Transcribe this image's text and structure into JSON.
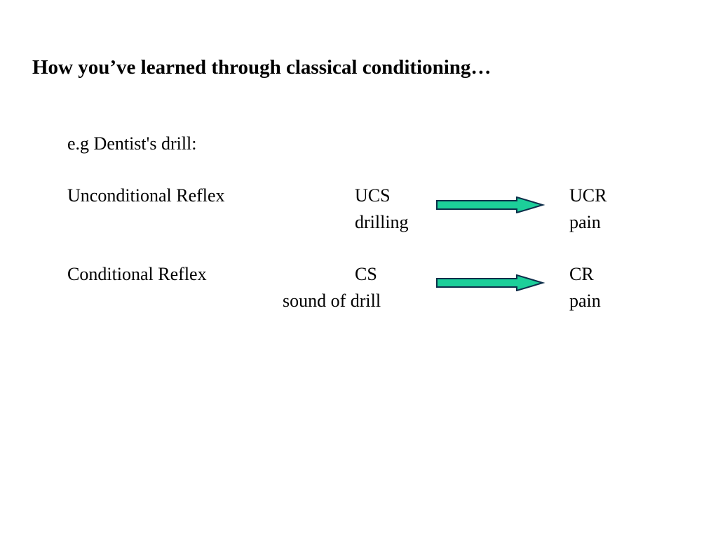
{
  "slide": {
    "title": "How you’ve learned through classical conditioning…",
    "example_label": "e.g Dentist's drill:",
    "rows": [
      {
        "reflex": "Unconditional Reflex",
        "stimulus_abbr": "UCS",
        "stimulus_desc": "drilling",
        "response_abbr": "UCR",
        "response_desc": "pain"
      },
      {
        "reflex": "Conditional Reflex",
        "stimulus_abbr": "CS",
        "stimulus_desc": "sound of drill",
        "response_abbr": "CR",
        "response_desc": "pain"
      }
    ],
    "arrow_icon": "right-arrow-icon",
    "colors": {
      "arrow_fill": "#1ccf9a",
      "arrow_stroke": "#0d2e4a"
    }
  }
}
